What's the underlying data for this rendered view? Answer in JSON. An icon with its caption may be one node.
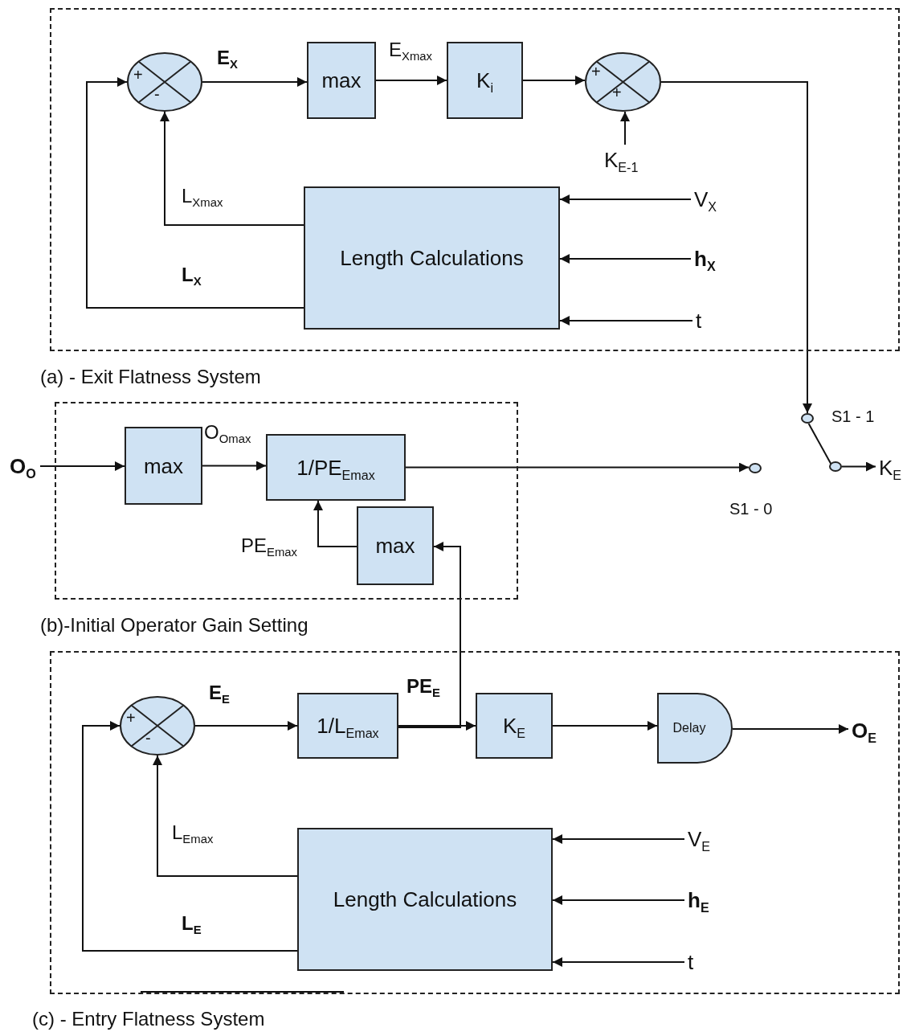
{
  "diagram": {
    "nodes": [
      {
        "text": [
          "(a) - Exit Flatness System"
        ]
      },
      {
        "text": [
          "+",
          "-"
        ],
        "in": 0
      },
      {
        "text": [
          "max"
        ],
        "in": 0
      },
      {
        "text": [
          "K$_{i}$"
        ],
        "in": 0
      },
      {
        "text": [
          "+",
          "+"
        ],
        "in": 0
      },
      {
        "text": [
          "Length Calculations"
        ],
        "in": 0
      },
      {
        "text": [
          "V$_{X}$"
        ],
        "in": 0
      },
      {
        "text": [
          "h$_{X}$"
        ],
        "in": 0
      },
      {
        "text": [
          "t"
        ],
        "in": 0
      },
      {
        "text": [
          "K$_{E-1}$"
        ],
        "in": 0
      },
      {
        "text": [
          "(b)-Initial Operator Gain Setting"
        ]
      },
      {
        "text": [
          "max"
        ],
        "in": 10
      },
      {
        "text": [
          "1/PE$_{Emax}$"
        ],
        "in": 10
      },
      {
        "text": [
          "max"
        ],
        "in": 10
      },
      {
        "text": [
          "O$_{O}$"
        ]
      },
      {
        "text": [],
        "shape": "circle",
        "beside": [
          "S1 - 1"
        ]
      },
      {
        "text": [],
        "shape": "circle",
        "beside": [
          "S1 - 0"
        ]
      },
      {
        "text": [],
        "shape": "circle"
      },
      {
        "text": [
          "K$_{E}$"
        ]
      },
      {
        "text": [
          "(c) - Entry Flatness System"
        ]
      },
      {
        "text": [
          "+",
          "-"
        ],
        "in": 19
      },
      {
        "text": [
          "1/L$_{Emax}$"
        ],
        "in": 19
      },
      {
        "text": [
          "K$_{E}$"
        ],
        "in": 19
      },
      {
        "text": [
          "Delay"
        ],
        "in": 19
      },
      {
        "text": [
          "Length Calculations"
        ],
        "in": 19
      },
      {
        "text": [
          "V$_{E}$"
        ],
        "in": 19
      },
      {
        "text": [
          "h$_{E}$"
        ],
        "in": 19
      },
      {
        "text": [
          "t"
        ],
        "in": 19
      },
      {
        "text": [
          "O$_{E}$"
        ],
        "in": 19
      }
    ],
    "edges": [
      {
        "from": 1,
        "to": 2,
        "arrow": "to",
        "label": "E$_{X}$"
      },
      {
        "from": 2,
        "to": 3,
        "arrow": "to",
        "label": "E$_{Xmax}$"
      },
      {
        "from": 3,
        "to": 4,
        "arrow": "to"
      },
      {
        "from": 9,
        "to": 4,
        "arrow": "to"
      },
      {
        "from": 6,
        "to": 5,
        "arrow": "to"
      },
      {
        "from": 7,
        "to": 5,
        "arrow": "to"
      },
      {
        "from": 8,
        "to": 5,
        "arrow": "to"
      },
      {
        "from": 5,
        "to": 1,
        "arrow": "to",
        "label": "L$_{Xmax}$"
      },
      {
        "from": 5,
        "to": 1,
        "arrow": "to",
        "label": "L$_{X}$"
      },
      {
        "from": 4,
        "to": 15,
        "arrow": "to"
      },
      {
        "from": 14,
        "to": 11,
        "arrow": "to"
      },
      {
        "from": 11,
        "to": 12,
        "arrow": "to",
        "label": "O$_{Omax}$"
      },
      {
        "from": 13,
        "to": 12,
        "arrow": "to",
        "label": "PE$_{Emax}$"
      },
      {
        "from": 12,
        "to": 16,
        "arrow": "to"
      },
      {
        "from": 15,
        "to": 17,
        "arrow": "none"
      },
      {
        "from": 17,
        "to": 18,
        "arrow": "to"
      },
      {
        "from": 20,
        "to": 21,
        "arrow": "to",
        "label": "E$_{E}$"
      },
      {
        "from": 21,
        "to": 22,
        "arrow": "to",
        "label": "PE$_{E}$"
      },
      {
        "from": 21,
        "to": 13,
        "arrow": "to"
      },
      {
        "from": 22,
        "to": 23,
        "arrow": "to"
      },
      {
        "from": 23,
        "to": 28,
        "arrow": "to"
      },
      {
        "from": 25,
        "to": 24,
        "arrow": "to"
      },
      {
        "from": 26,
        "to": 24,
        "arrow": "to"
      },
      {
        "from": 27,
        "to": 24,
        "arrow": "to"
      },
      {
        "from": 24,
        "to": 20,
        "arrow": "to",
        "label": "L$_{Emax}$"
      },
      {
        "from": 24,
        "to": 20,
        "arrow": "to",
        "label": "L$_{E}$"
      }
    ]
  }
}
